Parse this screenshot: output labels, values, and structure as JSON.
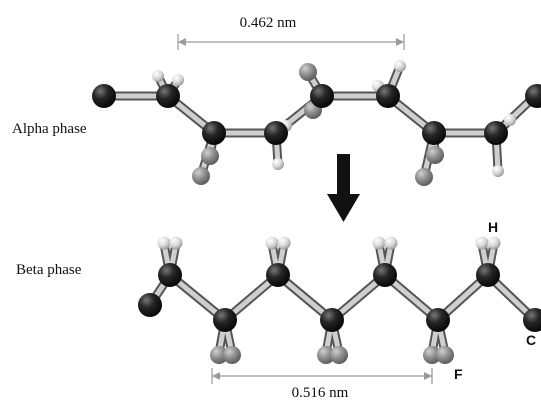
{
  "alpha": {
    "label": "Alpha phase",
    "distance": "0.462 nm"
  },
  "beta": {
    "label": "Beta phase",
    "distance": "0.516 nm"
  },
  "atom_labels": {
    "hydrogen": "H",
    "carbon": "C",
    "fluorine": "F"
  },
  "colors": {
    "carbon": "#1a1a1a",
    "fluorine": "#8a8a8a",
    "hydrogen": "#d6d6d6",
    "bond": "#bdbdbd",
    "arrow": "#111111",
    "measure_line": "#9a9a9a"
  }
}
